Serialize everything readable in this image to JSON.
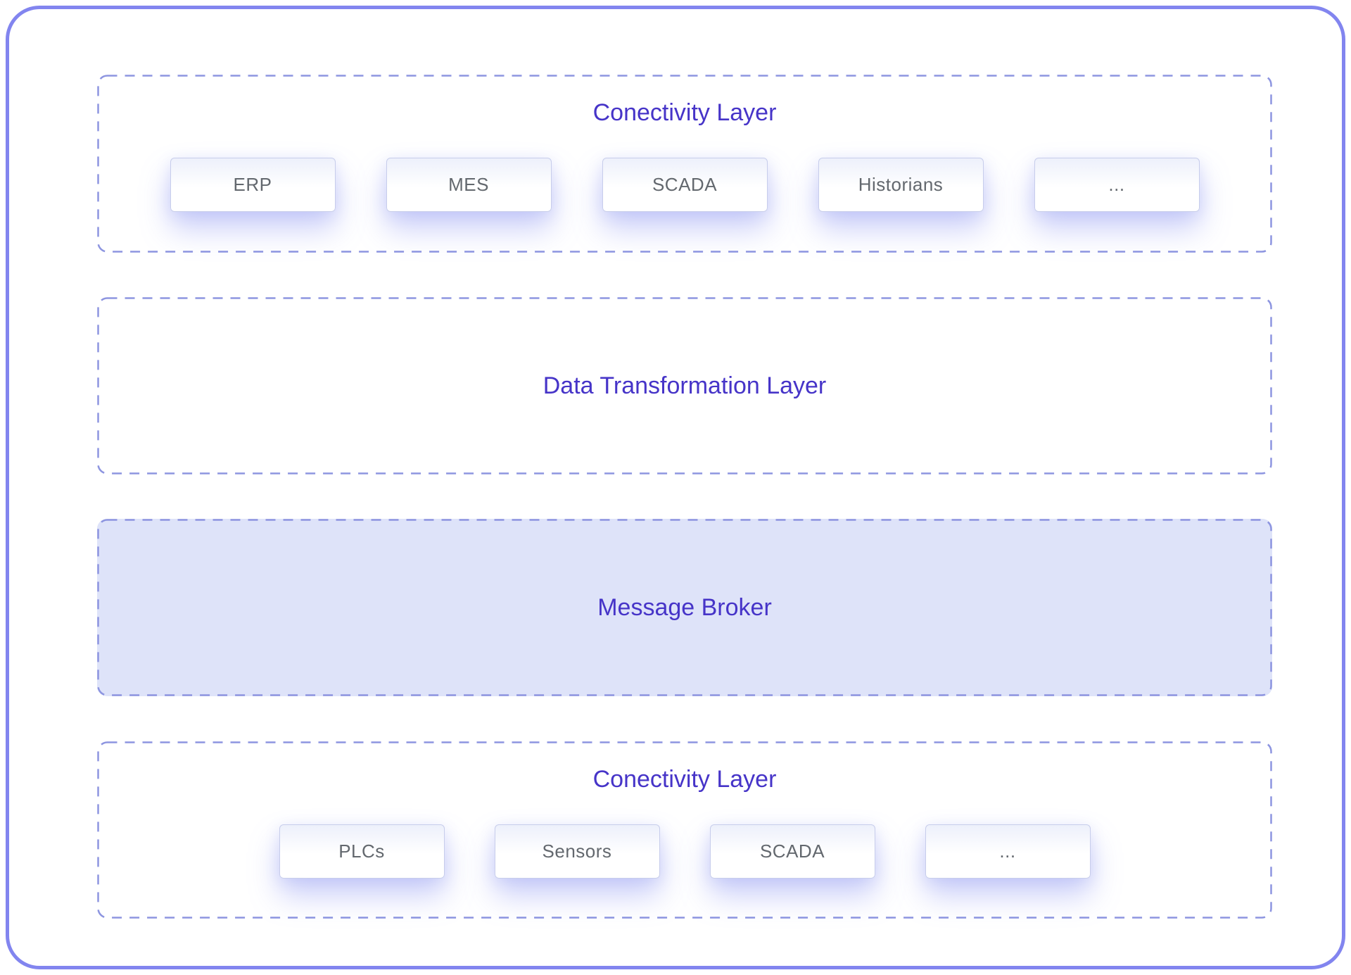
{
  "theme": {
    "frame-border": "#8285ef",
    "dash-color": "#8d95e0",
    "title-color": "#4634c8",
    "node-text": "#63686e",
    "node-border": "#c7cdeb",
    "broker-bg": "#dee3f9"
  },
  "layers": {
    "connectivity_top": {
      "title": "Conectivity Layer",
      "boxes": [
        "ERP",
        "MES",
        "SCADA",
        "Historians",
        "..."
      ]
    },
    "data_transformation": {
      "title": "Data Transformation Layer"
    },
    "message_broker": {
      "title": "Message Broker"
    },
    "connectivity_bottom": {
      "title": "Conectivity Layer",
      "boxes": [
        "PLCs",
        "Sensors",
        "SCADA",
        "..."
      ]
    }
  }
}
